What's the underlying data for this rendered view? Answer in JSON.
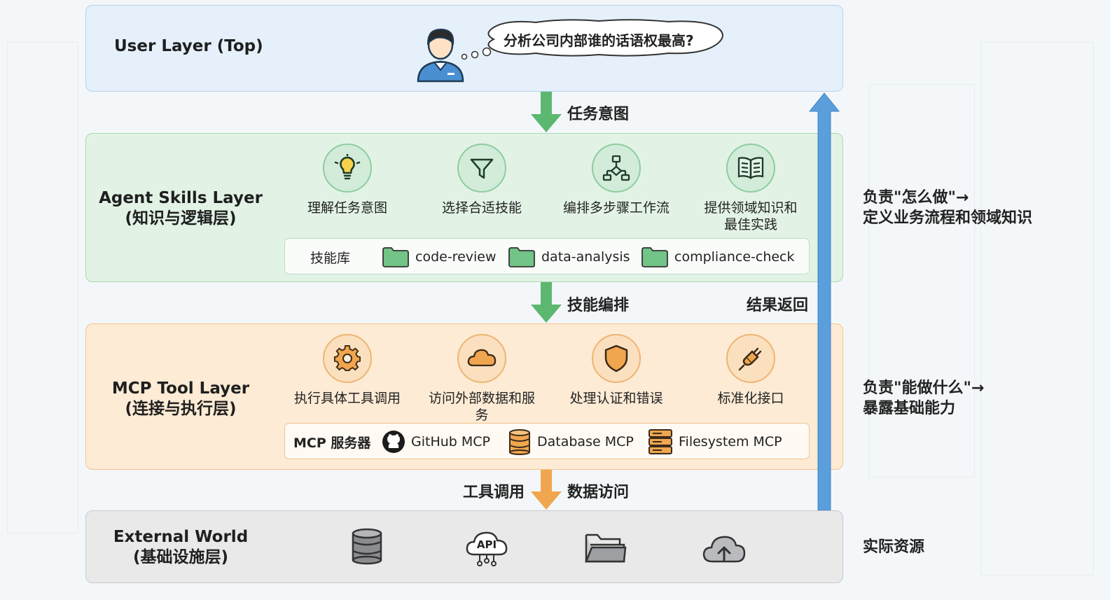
{
  "user_layer": {
    "title": "User Layer (Top)",
    "thought": "分析公司内部谁的话语权最高?"
  },
  "arrows": {
    "task_intent": "任务意图",
    "skill_orchestration": "技能编排",
    "result_return": "结果返回",
    "tool_call": "工具调用",
    "data_access": "数据访问"
  },
  "skills_layer": {
    "title_line1": "Agent Skills Layer",
    "title_line2": "(知识与逻辑层)",
    "skills": [
      {
        "label": "理解任务意图",
        "icon": "lightbulb-icon"
      },
      {
        "label": "选择合适技能",
        "icon": "filter-icon"
      },
      {
        "label": "编排多步骤工作流",
        "icon": "workflow-icon"
      },
      {
        "label_line1": "提供领域知识和",
        "label_line2": "最佳实践",
        "icon": "book-icon"
      }
    ],
    "library": {
      "label": "技能库",
      "items": [
        "code-review",
        "data-analysis",
        "compliance-check"
      ]
    }
  },
  "mcp_layer": {
    "title_line1": "MCP Tool Layer",
    "title_line2": "(连接与执行层)",
    "tools": [
      {
        "label": "执行具体工具调用",
        "icon": "gear-icon"
      },
      {
        "label": "访问外部数据和服务",
        "icon": "cloud-icon"
      },
      {
        "label": "处理认证和错误",
        "icon": "shield-icon"
      },
      {
        "label": "标准化接口",
        "icon": "plug-icon"
      }
    ],
    "servers": {
      "label": "MCP 服务器",
      "items": [
        "GitHub MCP",
        "Database MCP",
        "Filesystem MCP"
      ]
    }
  },
  "external_layer": {
    "title_line1": "External World",
    "title_line2": "(基础设施层)",
    "api_text": "API"
  },
  "side_notes": {
    "skills_line1": "负责\"怎么做\"→",
    "skills_line2": "定义业务流程和领域知识",
    "mcp_line1": "负责\"能做什么\"→",
    "mcp_line2": "暴露基础能力",
    "external": "实际资源"
  },
  "colors": {
    "green_arrow": "#5cb870",
    "orange_arrow": "#f0a64e",
    "blue_arrow": "#5a9fdc"
  }
}
